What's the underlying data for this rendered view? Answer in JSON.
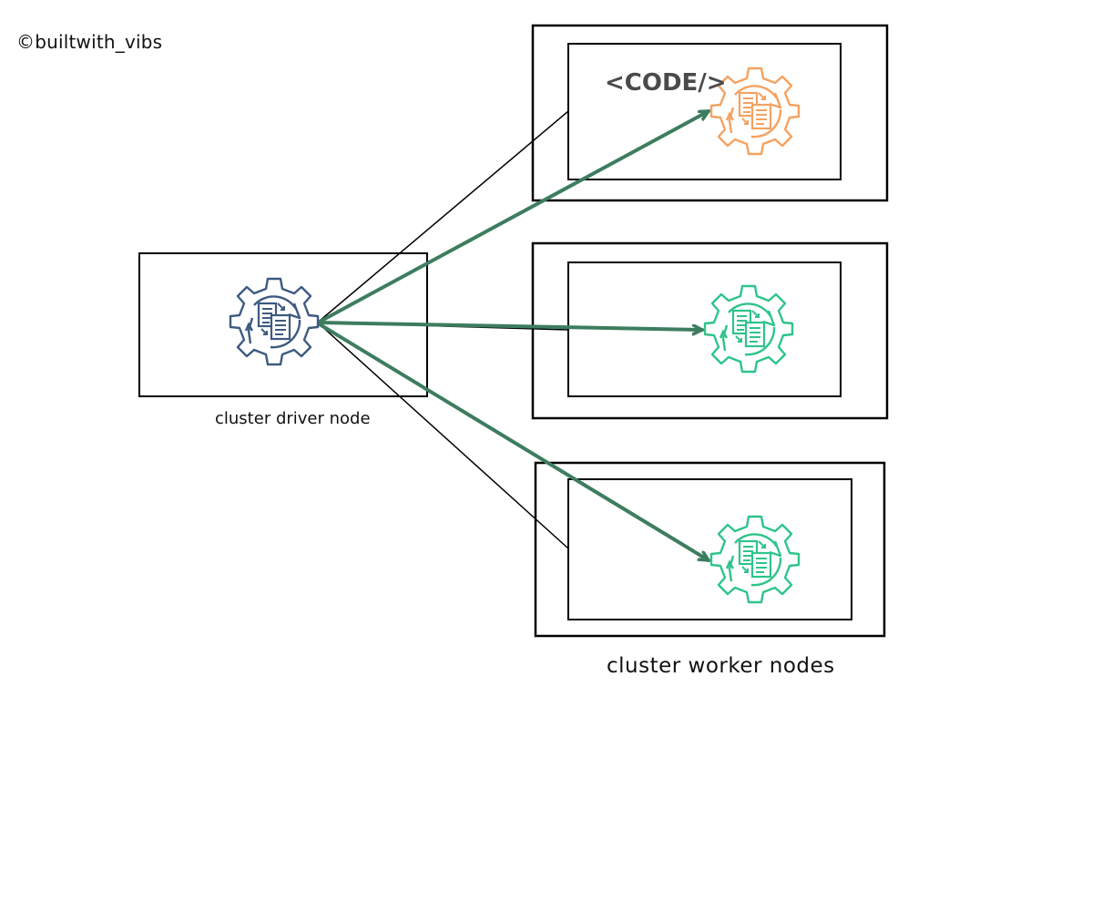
{
  "watermark": "©builtwith_vibs",
  "driver": {
    "label": "cluster driver node",
    "icon": "gear-docs-icon",
    "color": "#3d5a80"
  },
  "workers": {
    "label": "cluster worker nodes",
    "code_tag": "<CODE/>",
    "nodes": [
      {
        "icon": "gear-docs-icon",
        "color": "#f4a261",
        "has_code": true
      },
      {
        "icon": "gear-docs-icon",
        "color": "#2ec48a",
        "has_code": false
      },
      {
        "icon": "gear-docs-icon",
        "color": "#2ec48a",
        "has_code": false
      }
    ]
  },
  "colors": {
    "arrow": "#3d7d5f",
    "box": "#000000"
  }
}
